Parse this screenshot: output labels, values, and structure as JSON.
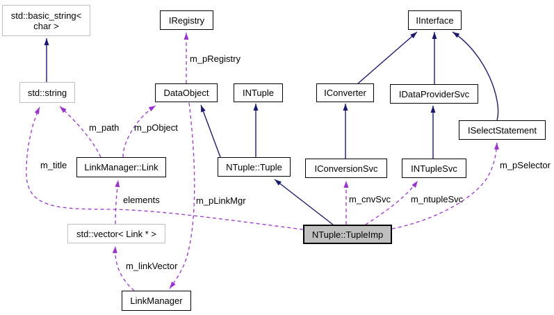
{
  "diagram": {
    "type": "collaboration-graph",
    "central_class": "NTuple::TupleImp",
    "colors": {
      "inheritance_edge": "#191970",
      "usage_edge": "#9a32cd",
      "node_border": "#000000",
      "external_node_border": "#c0c0c0",
      "central_node_fill": "#bfbfbf",
      "node_fill": "#ffffff",
      "text": "#000000",
      "background": "#ffffff"
    },
    "nodes": {
      "basic_string": {
        "label": "std::basic_string<\nchar >"
      },
      "std_string": {
        "label": "std::string"
      },
      "iregistry": {
        "label": "IRegistry"
      },
      "dataobject": {
        "label": "DataObject"
      },
      "intuple": {
        "label": "INTuple"
      },
      "iinterface": {
        "label": "IInterface"
      },
      "iconverter": {
        "label": "IConverter"
      },
      "idataprovidersvc": {
        "label": "IDataProviderSvc"
      },
      "iselectstatement": {
        "label": "ISelectStatement"
      },
      "linkmanager_link": {
        "label": "LinkManager::Link"
      },
      "ntuple_tuple": {
        "label": "NTuple::Tuple"
      },
      "iconversionsvc": {
        "label": "IConversionSvc"
      },
      "intuplesvc": {
        "label": "INTupleSvc"
      },
      "std_vector_link": {
        "label": "std::vector< Link * >"
      },
      "ntuple_tupleimp": {
        "label": "NTuple::TupleImp"
      },
      "linkmanager": {
        "label": "LinkManager"
      }
    },
    "edge_labels": {
      "m_pRegistry": "m_pRegistry",
      "m_path": "m_path",
      "m_pObject": "m_pObject",
      "m_title": "m_title",
      "elements": "elements",
      "m_pLinkMgr": "m_pLinkMgr",
      "m_linkVector": "m_linkVector",
      "m_cnvSvc": "m_cnvSvc",
      "m_ntupleSvc": "m_ntupleSvc",
      "m_pSelector": "m_pSelector"
    }
  }
}
